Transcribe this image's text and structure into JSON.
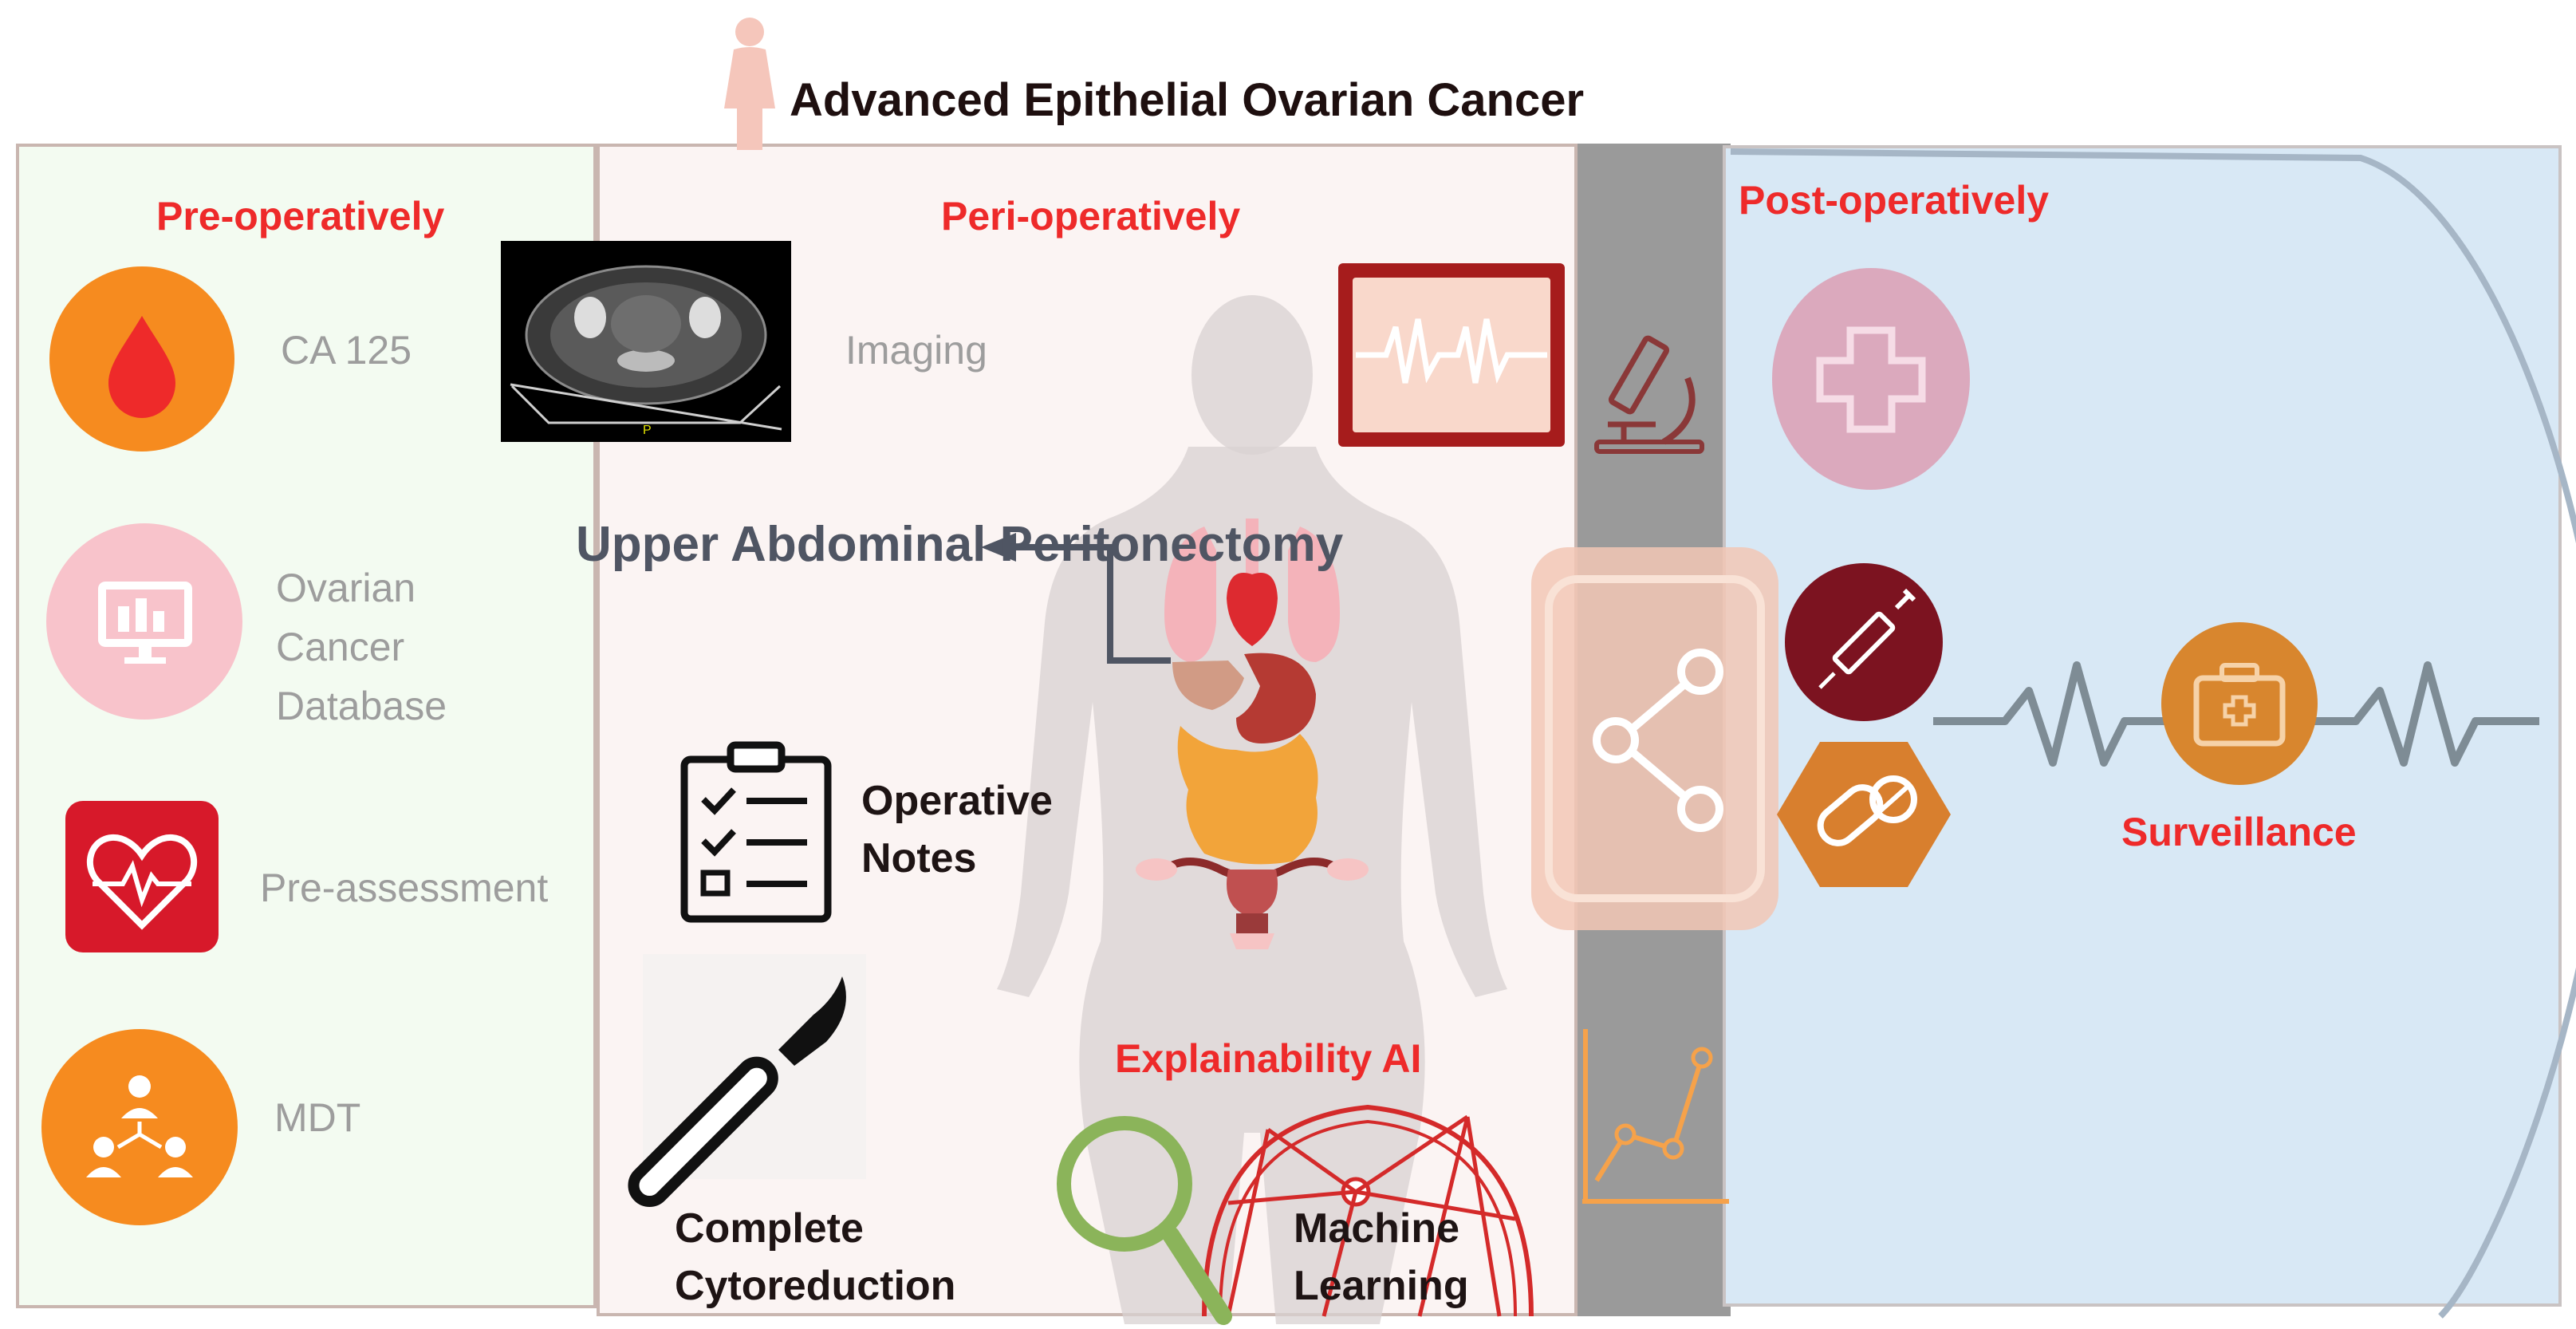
{
  "title": "Advanced Epithelial Ovarian Cancer",
  "pre_operatively": {
    "heading": "Pre-operatively",
    "items": [
      {
        "label": "CA 125",
        "icon": "blood-drop-icon"
      },
      {
        "label": "Ovarian Cancer Database",
        "icon": "monitor-chart-icon"
      },
      {
        "label": "Pre-assessment",
        "icon": "heart-pulse-icon"
      },
      {
        "label": "MDT",
        "icon": "team-hierarchy-icon"
      }
    ]
  },
  "peri_operatively": {
    "heading": "Peri-operatively",
    "imaging": "Imaging",
    "upper_abdominal": "Upper Abdominal Peritonectomy",
    "operative_notes": "Operative Notes",
    "complete_cytoreduction": "Complete Cytoreduction",
    "explainability": "Explainability AI",
    "machine_learning": "Machine Learning",
    "ct_scan_marker": "P"
  },
  "post_operatively": {
    "heading": "Post-operatively",
    "surveillance": "Surveillance"
  },
  "colors": {
    "accent_red": "#ee2a2a",
    "orange": "#f58a1f",
    "pink": "#f7c0c8",
    "dark_red": "#7a1420",
    "gray_text": "#9d9d9d",
    "post_panel": "#d8e8f5"
  }
}
